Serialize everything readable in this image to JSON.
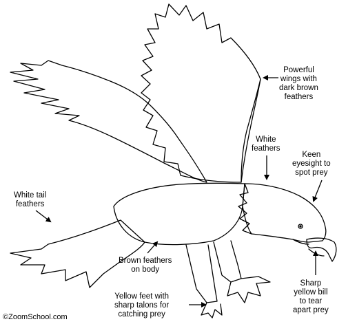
{
  "diagram": {
    "labels": {
      "wings": [
        "Powerful",
        "wings with",
        "dark brown",
        "feathers"
      ],
      "white_feathers": [
        "White",
        "feathers"
      ],
      "eyesight": [
        "Keen",
        "eyesight to",
        "spot prey"
      ],
      "tail": [
        "White tail",
        "feathers"
      ],
      "body": [
        "Brown feathers",
        "on body"
      ],
      "feet": [
        "Yellow feet with",
        "sharp talons for",
        "catching prey"
      ],
      "bill": [
        "Sharp",
        "yellow bill",
        "to tear",
        "apart prey"
      ]
    },
    "credit": "©ZoomSchool.com"
  },
  "colors": {
    "line": "#000000",
    "background": "#ffffff"
  }
}
